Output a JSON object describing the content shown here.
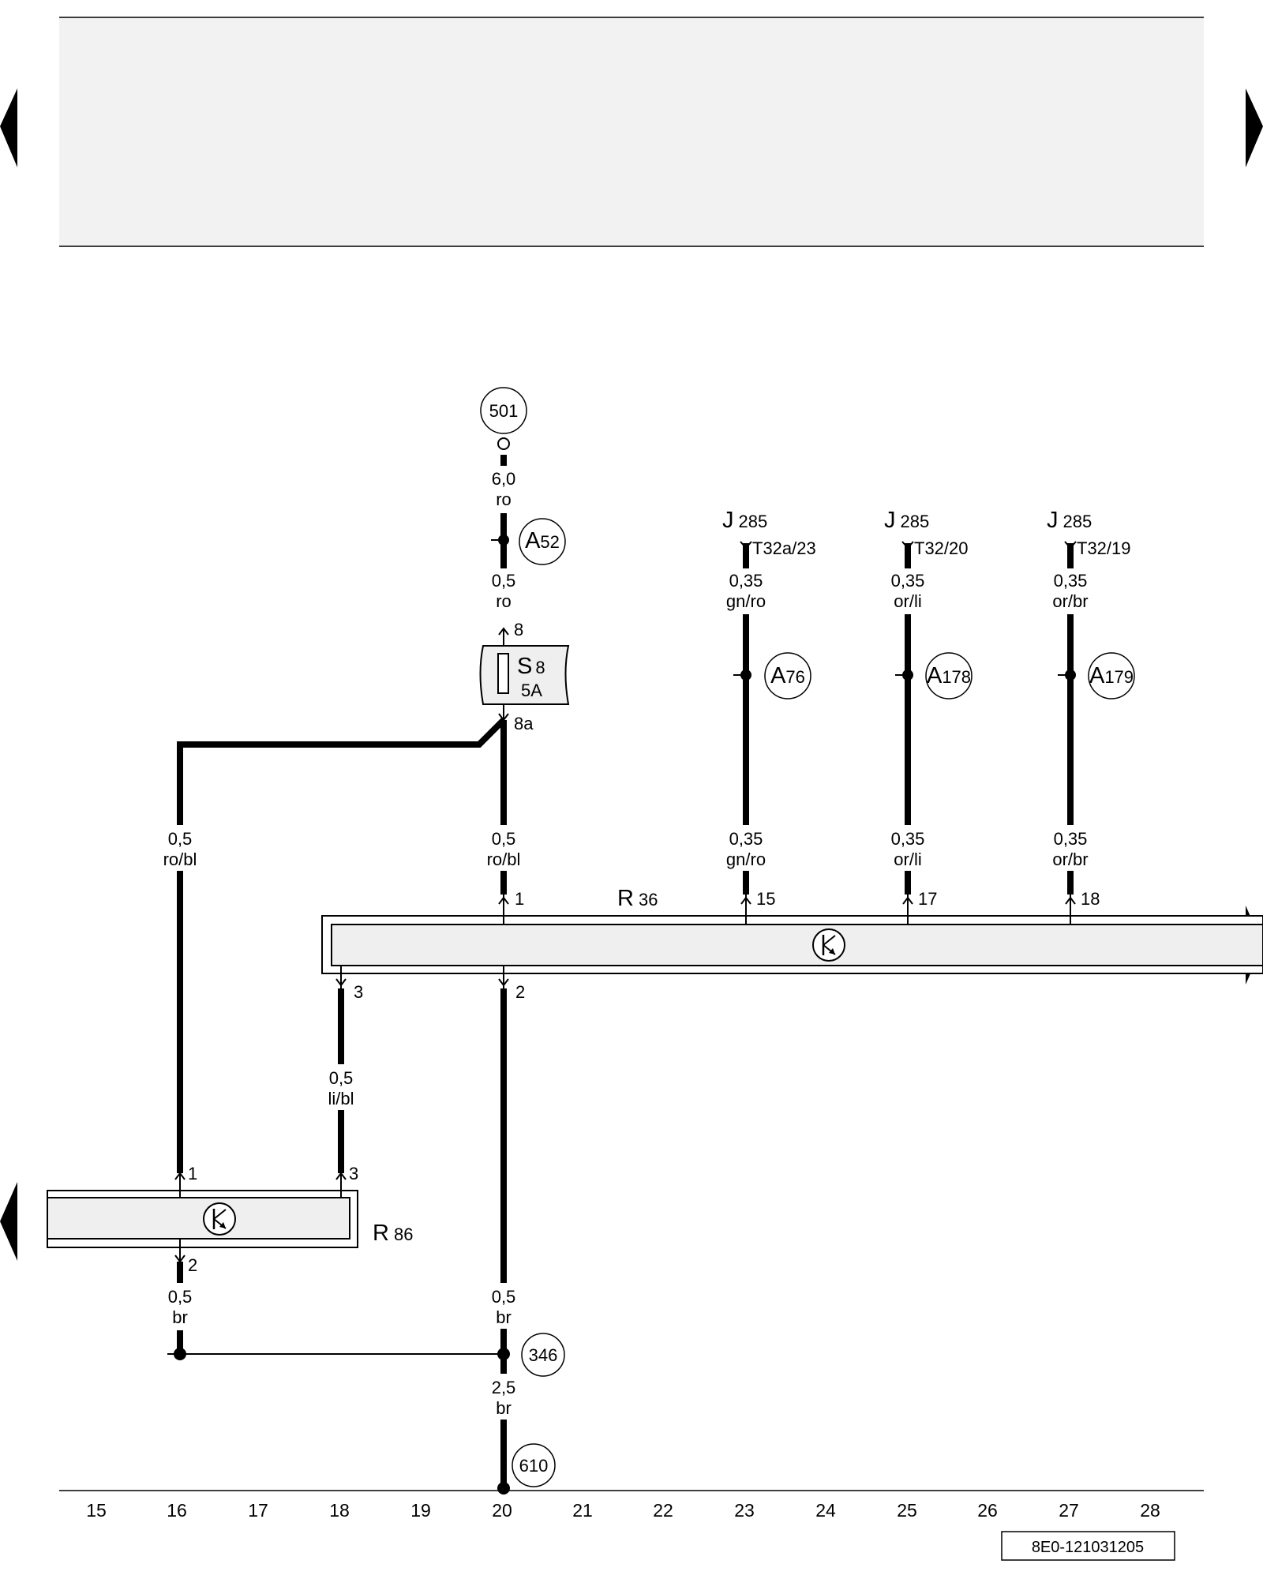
{
  "colors": {
    "wire": "#000000",
    "panel": "#f2f2f2",
    "component_fill": "#efefef",
    "background": "#ffffff"
  },
  "footer": {
    "code": "8E0-121031205"
  },
  "columns": [
    "15",
    "16",
    "17",
    "18",
    "19",
    "20",
    "21",
    "22",
    "23",
    "24",
    "25",
    "26",
    "27",
    "28"
  ],
  "circles": {
    "c501": "501",
    "c346": "346",
    "c610": "610",
    "a52": {
      "letter": "A",
      "num": "52"
    },
    "a76": {
      "letter": "A",
      "num": "76"
    },
    "a178": {
      "letter": "A",
      "num": "178"
    },
    "a179": {
      "letter": "A",
      "num": "179"
    }
  },
  "fuse": {
    "letter": "S",
    "num": "8",
    "rating": "5A",
    "pin_in": "8",
    "pin_out": "8a"
  },
  "components": {
    "r36": {
      "letter": "R",
      "num": "36",
      "icon": "transistor-circle-icon"
    },
    "r86": {
      "letter": "R",
      "num": "86",
      "icon": "transistor-circle-icon"
    }
  },
  "j285": [
    {
      "letter": "J",
      "num": "285",
      "conn": "T32a/23"
    },
    {
      "letter": "J",
      "num": "285",
      "conn": "T32/20"
    },
    {
      "letter": "J",
      "num": "285",
      "conn": "T32/19"
    }
  ],
  "wires": {
    "w501_size": "6,0",
    "w501_color": "ro",
    "wA52_size": "0,5",
    "wA52_color": "ro",
    "wLeft_size": "0,5",
    "wLeft_color": "ro/bl",
    "w20_size": "0,5",
    "w20_color": "ro/bl",
    "w23_top_size": "0,35",
    "w23_top_color": "gn/ro",
    "w25_top_size": "0,35",
    "w25_top_color": "or/li",
    "w27_top_size": "0,35",
    "w27_top_color": "or/br",
    "w23_bot_size": "0,35",
    "w23_bot_color": "gn/ro",
    "w25_bot_size": "0,35",
    "w25_bot_color": "or/li",
    "w27_bot_size": "0,35",
    "w27_bot_color": "or/br",
    "w18_size": "0,5",
    "w18_color": "li/bl",
    "w16_size": "0,5",
    "w16_color": "br",
    "w20b_size": "0,5",
    "w20b_color": "br",
    "w610_size": "2,5",
    "w610_color": "br"
  },
  "pins": {
    "r36_p1": "1",
    "r36_p15": "15",
    "r36_p17": "17",
    "r36_p18": "18",
    "r36_p3": "3",
    "r36_p2": "2",
    "r86_p1": "1",
    "r86_p3": "3",
    "r86_p2": "2"
  }
}
